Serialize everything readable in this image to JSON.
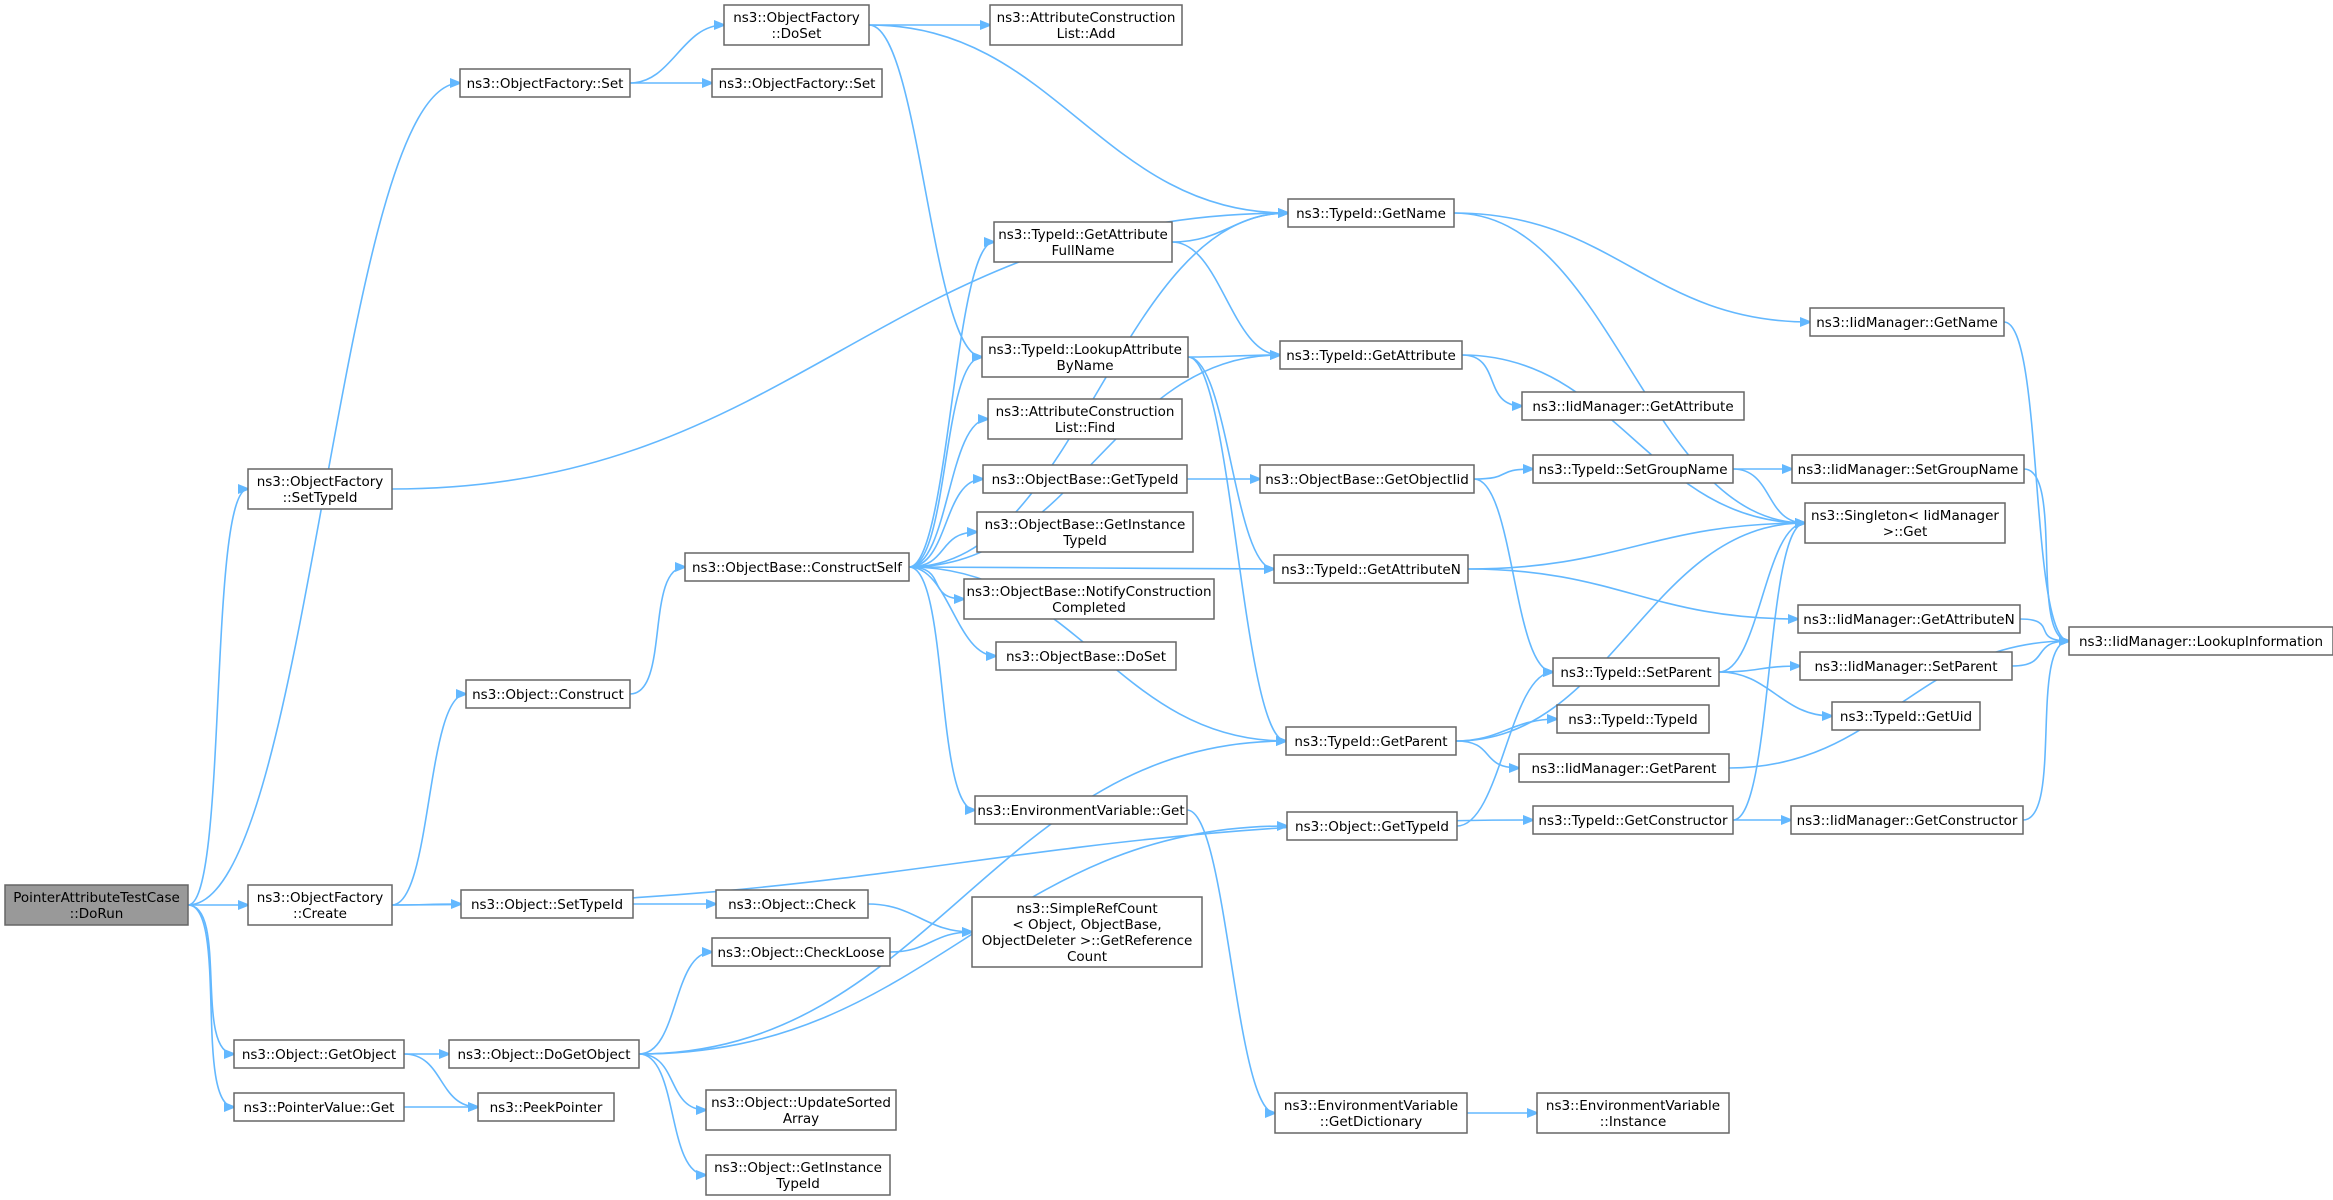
{
  "diagram": {
    "colors": {
      "edge": "#63b8ff",
      "node_border": "#666666",
      "root_fill": "#999999",
      "node_fill": "#ffffff"
    },
    "nodes": [
      {
        "id": "root",
        "lines": [
          "PointerAttributeTestCase",
          "::DoRun"
        ],
        "root": true
      },
      {
        "id": "of_set",
        "lines": [
          "ns3::ObjectFactory::Set"
        ]
      },
      {
        "id": "of_doset",
        "lines": [
          "ns3::ObjectFactory",
          "::DoSet"
        ]
      },
      {
        "id": "acl_add",
        "lines": [
          "ns3::AttributeConstruction",
          "List::Add"
        ]
      },
      {
        "id": "of_set2",
        "lines": [
          "ns3::ObjectFactory::Set"
        ]
      },
      {
        "id": "tid_getname",
        "lines": [
          "ns3::TypeId::GetName"
        ]
      },
      {
        "id": "tid_getattrfullname",
        "lines": [
          "ns3::TypeId::GetAttribute",
          "FullName"
        ]
      },
      {
        "id": "iid_getname",
        "lines": [
          "ns3::IidManager::GetName"
        ]
      },
      {
        "id": "tid_lookupattr",
        "lines": [
          "ns3::TypeId::LookupAttribute",
          "ByName"
        ]
      },
      {
        "id": "tid_getattribute",
        "lines": [
          "ns3::TypeId::GetAttribute"
        ]
      },
      {
        "id": "iid_getattribute",
        "lines": [
          "ns3::IidManager::GetAttribute"
        ]
      },
      {
        "id": "acl_find",
        "lines": [
          "ns3::AttributeConstruction",
          "List::Find"
        ]
      },
      {
        "id": "of_settypeid",
        "lines": [
          "ns3::ObjectFactory",
          "::SetTypeId"
        ]
      },
      {
        "id": "ob_gettypeid",
        "lines": [
          "ns3::ObjectBase::GetTypeId"
        ]
      },
      {
        "id": "ob_getobjectiid",
        "lines": [
          "ns3::ObjectBase::GetObjectIid"
        ]
      },
      {
        "id": "tid_setgroupname",
        "lines": [
          "ns3::TypeId::SetGroupName"
        ]
      },
      {
        "id": "iid_setgroupname",
        "lines": [
          "ns3::IidManager::SetGroupName"
        ]
      },
      {
        "id": "ob_getinstancetypeid",
        "lines": [
          "ns3::ObjectBase::GetInstance",
          "TypeId"
        ]
      },
      {
        "id": "singleton_get",
        "lines": [
          "ns3::Singleton< IidManager",
          ">::Get"
        ]
      },
      {
        "id": "ob_constructself",
        "lines": [
          "ns3::ObjectBase::ConstructSelf"
        ]
      },
      {
        "id": "tid_getattributen",
        "lines": [
          "ns3::TypeId::GetAttributeN"
        ]
      },
      {
        "id": "ob_notify",
        "lines": [
          "ns3::ObjectBase::NotifyConstruction",
          "Completed"
        ]
      },
      {
        "id": "iid_getattributen",
        "lines": [
          "ns3::IidManager::GetAttributeN"
        ]
      },
      {
        "id": "iid_lookupinfo",
        "lines": [
          "ns3::IidManager::LookupInformation"
        ]
      },
      {
        "id": "ob_doset",
        "lines": [
          "ns3::ObjectBase::DoSet"
        ]
      },
      {
        "id": "tid_setparent",
        "lines": [
          "ns3::TypeId::SetParent"
        ]
      },
      {
        "id": "iid_setparent",
        "lines": [
          "ns3::IidManager::SetParent"
        ]
      },
      {
        "id": "o_construct",
        "lines": [
          "ns3::Object::Construct"
        ]
      },
      {
        "id": "tid_typeid",
        "lines": [
          "ns3::TypeId::TypeId"
        ]
      },
      {
        "id": "tid_getuid",
        "lines": [
          "ns3::TypeId::GetUid"
        ]
      },
      {
        "id": "tid_getparent",
        "lines": [
          "ns3::TypeId::GetParent"
        ]
      },
      {
        "id": "iid_getparent",
        "lines": [
          "ns3::IidManager::GetParent"
        ]
      },
      {
        "id": "env_get",
        "lines": [
          "ns3::EnvironmentVariable::Get"
        ]
      },
      {
        "id": "tid_getconstructor",
        "lines": [
          "ns3::TypeId::GetConstructor"
        ]
      },
      {
        "id": "iid_getconstructor",
        "lines": [
          "ns3::IidManager::GetConstructor"
        ]
      },
      {
        "id": "o_gettypeid",
        "lines": [
          "ns3::Object::GetTypeId"
        ]
      },
      {
        "id": "of_create",
        "lines": [
          "ns3::ObjectFactory",
          "::Create"
        ]
      },
      {
        "id": "o_settypeid",
        "lines": [
          "ns3::Object::SetTypeId"
        ]
      },
      {
        "id": "o_check",
        "lines": [
          "ns3::Object::Check"
        ]
      },
      {
        "id": "simplerefcount",
        "lines": [
          "ns3::SimpleRefCount",
          "< Object, ObjectBase,",
          "ObjectDeleter >::GetReference",
          "Count"
        ]
      },
      {
        "id": "o_checkloose",
        "lines": [
          "ns3::Object::CheckLoose"
        ]
      },
      {
        "id": "o_getobject",
        "lines": [
          "ns3::Object::GetObject"
        ]
      },
      {
        "id": "o_dogetobject",
        "lines": [
          "ns3::Object::DoGetObject"
        ]
      },
      {
        "id": "pv_get",
        "lines": [
          "ns3::PointerValue::Get"
        ]
      },
      {
        "id": "peekpointer",
        "lines": [
          "ns3::PeekPointer"
        ]
      },
      {
        "id": "o_updatesorted",
        "lines": [
          "ns3::Object::UpdateSorted",
          "Array"
        ]
      },
      {
        "id": "env_getdict",
        "lines": [
          "ns3::EnvironmentVariable",
          "::GetDictionary"
        ]
      },
      {
        "id": "env_instance",
        "lines": [
          "ns3::EnvironmentVariable",
          "::Instance"
        ]
      },
      {
        "id": "o_getinstancetypeid",
        "lines": [
          "ns3::Object::GetInstance",
          "TypeId"
        ]
      }
    ],
    "edges": [
      [
        "root",
        "of_set"
      ],
      [
        "root",
        "of_settypeid"
      ],
      [
        "root",
        "of_create"
      ],
      [
        "root",
        "o_getobject"
      ],
      [
        "root",
        "pv_get"
      ],
      [
        "of_set",
        "of_doset"
      ],
      [
        "of_set",
        "of_set2"
      ],
      [
        "of_doset",
        "acl_add"
      ],
      [
        "of_doset",
        "tid_getname"
      ],
      [
        "of_doset",
        "tid_lookupattr"
      ],
      [
        "of_settypeid",
        "tid_getname"
      ],
      [
        "tid_getname",
        "iid_getname"
      ],
      [
        "tid_getname",
        "singleton_get"
      ],
      [
        "tid_getattrfullname",
        "tid_getname"
      ],
      [
        "tid_getattrfullname",
        "tid_getattribute"
      ],
      [
        "iid_getname",
        "iid_lookupinfo"
      ],
      [
        "tid_lookupattr",
        "tid_getattribute"
      ],
      [
        "tid_lookupattr",
        "tid_getattributen"
      ],
      [
        "tid_lookupattr",
        "tid_getparent"
      ],
      [
        "tid_getattribute",
        "iid_getattribute"
      ],
      [
        "tid_getattribute",
        "singleton_get"
      ],
      [
        "ob_constructself",
        "tid_getname"
      ],
      [
        "ob_constructself",
        "tid_getattrfullname"
      ],
      [
        "ob_constructself",
        "tid_getattribute"
      ],
      [
        "ob_constructself",
        "tid_lookupattr"
      ],
      [
        "ob_constructself",
        "acl_find"
      ],
      [
        "ob_constructself",
        "ob_gettypeid"
      ],
      [
        "ob_constructself",
        "ob_getinstancetypeid"
      ],
      [
        "ob_constructself",
        "ob_notify"
      ],
      [
        "ob_constructself",
        "ob_doset"
      ],
      [
        "ob_constructself",
        "tid_getattributen"
      ],
      [
        "ob_constructself",
        "tid_getparent"
      ],
      [
        "ob_constructself",
        "env_get"
      ],
      [
        "ob_gettypeid",
        "ob_getobjectiid"
      ],
      [
        "ob_getobjectiid",
        "tid_setgroupname"
      ],
      [
        "ob_getobjectiid",
        "tid_setparent"
      ],
      [
        "tid_setgroupname",
        "iid_setgroupname"
      ],
      [
        "tid_setgroupname",
        "singleton_get"
      ],
      [
        "iid_setgroupname",
        "iid_lookupinfo"
      ],
      [
        "tid_getattributen",
        "singleton_get"
      ],
      [
        "tid_getattributen",
        "iid_getattributen"
      ],
      [
        "iid_getattributen",
        "iid_lookupinfo"
      ],
      [
        "tid_setparent",
        "singleton_get"
      ],
      [
        "tid_setparent",
        "iid_setparent"
      ],
      [
        "tid_setparent",
        "tid_getuid"
      ],
      [
        "iid_setparent",
        "iid_lookupinfo"
      ],
      [
        "o_construct",
        "ob_constructself"
      ],
      [
        "tid_getparent",
        "singleton_get"
      ],
      [
        "tid_getparent",
        "tid_typeid"
      ],
      [
        "tid_getparent",
        "iid_getparent"
      ],
      [
        "iid_getparent",
        "iid_lookupinfo"
      ],
      [
        "env_get",
        "env_getdict"
      ],
      [
        "tid_getconstructor",
        "singleton_get"
      ],
      [
        "tid_getconstructor",
        "iid_getconstructor"
      ],
      [
        "iid_getconstructor",
        "iid_lookupinfo"
      ],
      [
        "o_gettypeid",
        "tid_setparent"
      ],
      [
        "of_create",
        "o_construct"
      ],
      [
        "of_create",
        "o_settypeid"
      ],
      [
        "of_create",
        "tid_getconstructor"
      ],
      [
        "o_settypeid",
        "o_check"
      ],
      [
        "o_check",
        "simplerefcount"
      ],
      [
        "o_checkloose",
        "simplerefcount"
      ],
      [
        "o_getobject",
        "o_dogetobject"
      ],
      [
        "o_getobject",
        "peekpointer"
      ],
      [
        "o_dogetobject",
        "o_gettypeid"
      ],
      [
        "o_dogetobject",
        "o_checkloose"
      ],
      [
        "o_dogetobject",
        "tid_getparent"
      ],
      [
        "o_dogetobject",
        "o_updatesorted"
      ],
      [
        "o_dogetobject",
        "o_getinstancetypeid"
      ],
      [
        "pv_get",
        "peekpointer"
      ],
      [
        "env_getdict",
        "env_instance"
      ]
    ]
  }
}
